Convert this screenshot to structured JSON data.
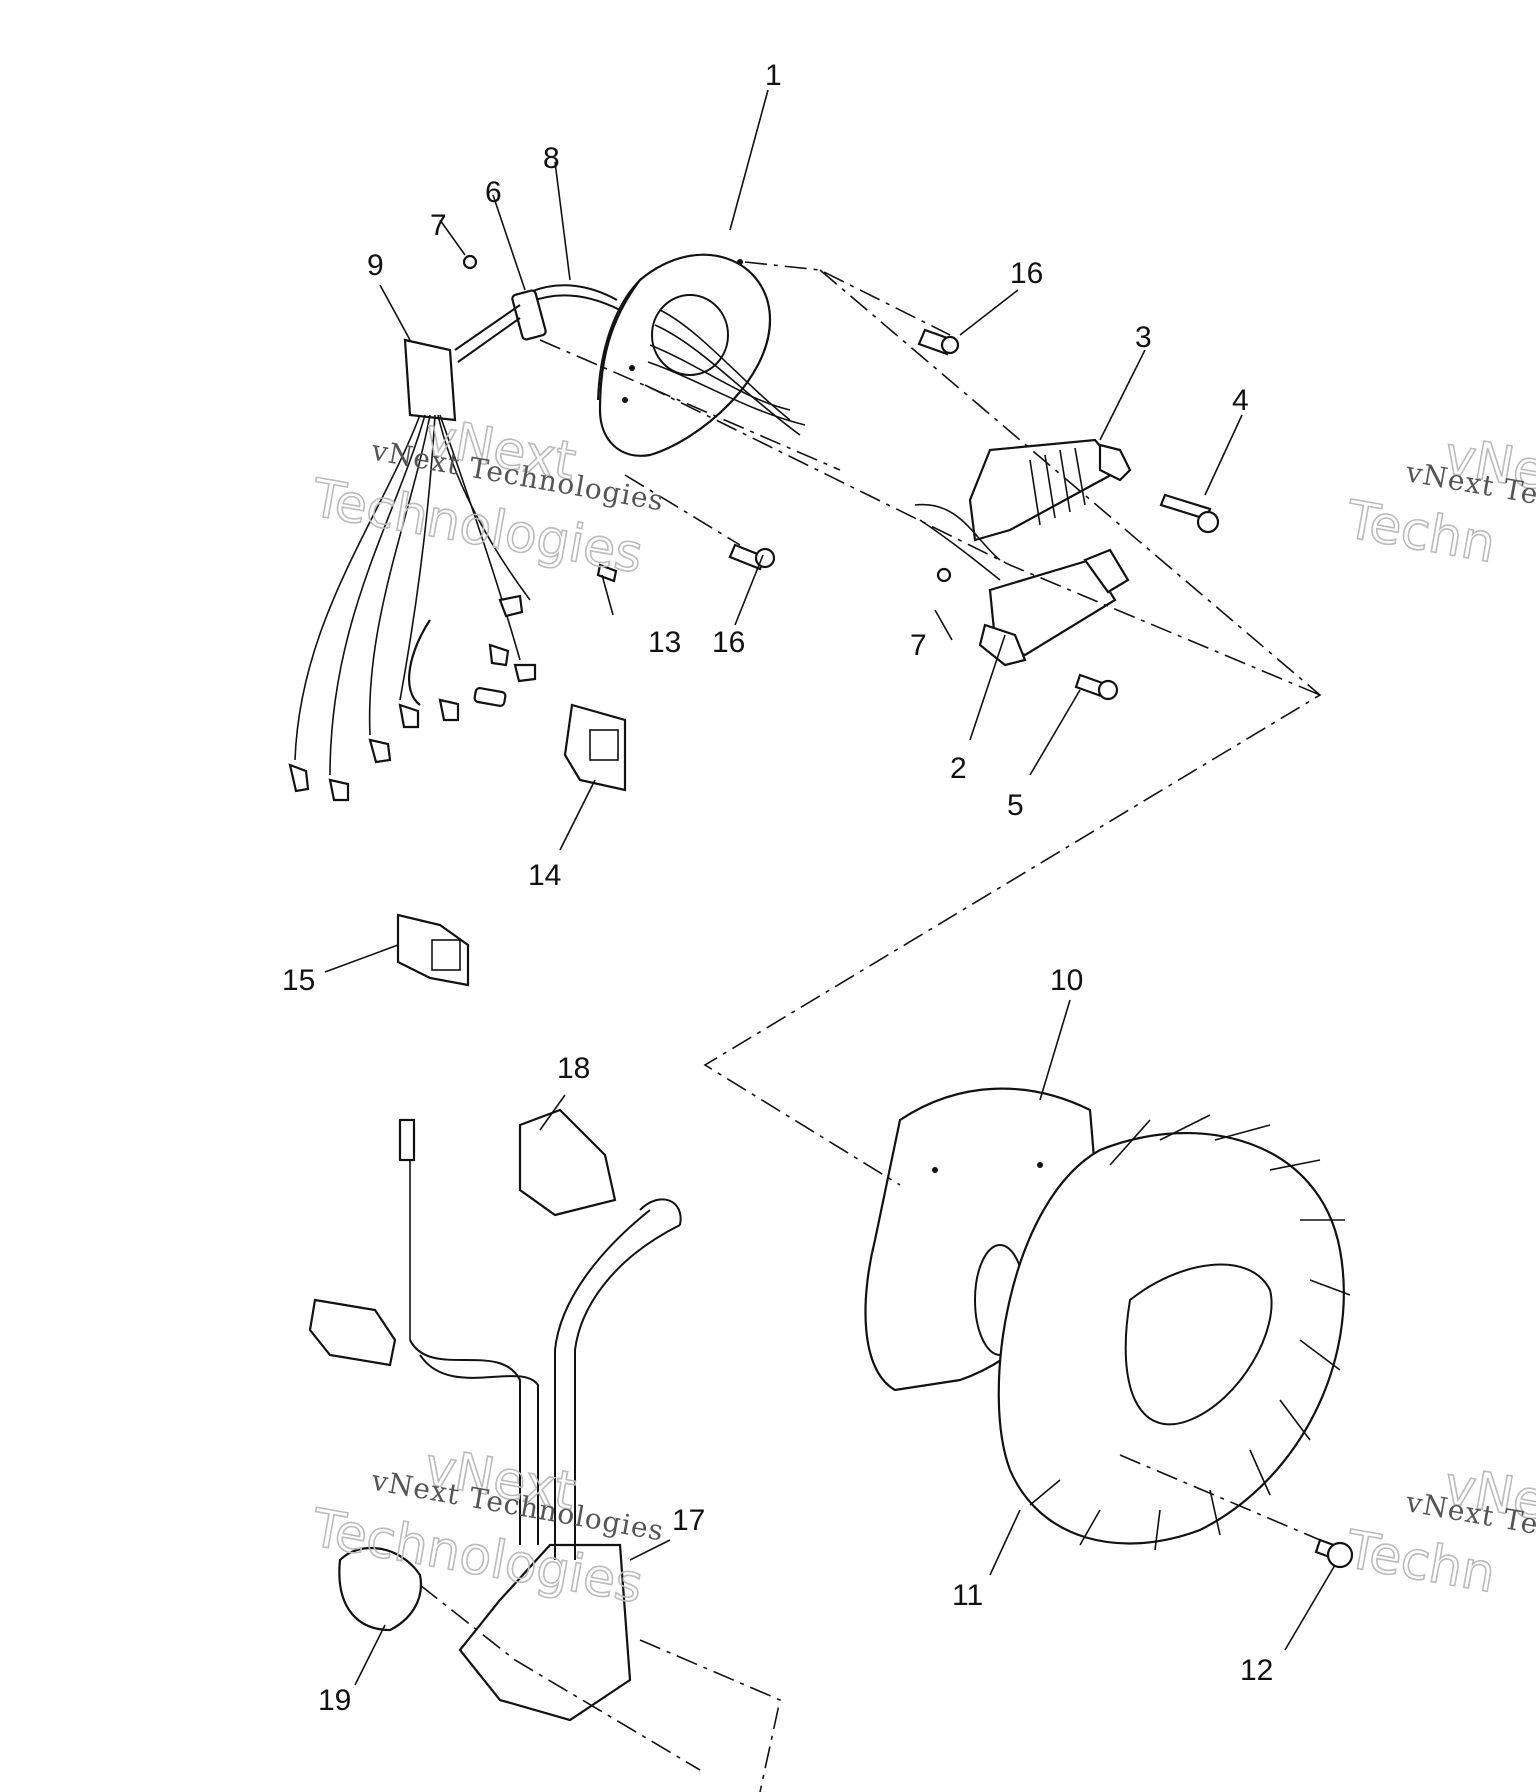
{
  "callouts": [
    "1",
    "2",
    "3",
    "4",
    "5",
    "6",
    "7",
    "7",
    "8",
    "9",
    "10",
    "11",
    "12",
    "13",
    "14",
    "15",
    "16",
    "16",
    "17",
    "18",
    "19"
  ],
  "watermark": {
    "line1": "vNext Technologies",
    "line2_top": "vNext",
    "line2_bottom": "Technologies",
    "partial_small": "vNext Te",
    "partial_big": "vNext",
    "partial_tech": "Techn"
  }
}
